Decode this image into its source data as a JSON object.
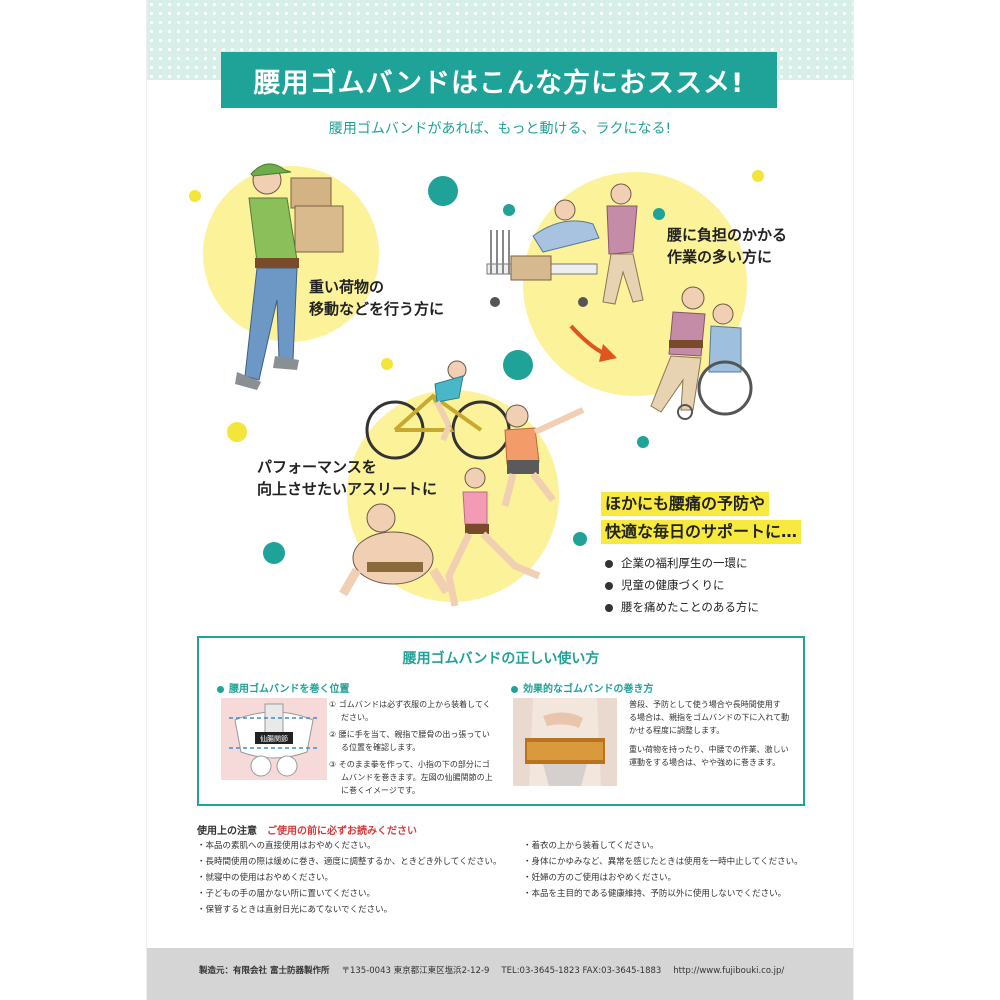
{
  "header": {
    "title": "腰用ゴムバンドはこんな方におススメ!",
    "subtitle": "腰用ゴムバンドがあれば、もっと動ける、ラクになる!"
  },
  "scenes": {
    "delivery_label": [
      "重い荷物の",
      "移動などを行う方に"
    ],
    "care_label": [
      "腰に負担のかかる",
      "作業の多い方に"
    ],
    "athlete_label": [
      "パフォーマンスを",
      "向上させたいアスリートに"
    ]
  },
  "other": {
    "lines": [
      "ほかにも腰痛の予防や",
      "快適な毎日のサポートに…"
    ],
    "bullets": [
      "企業の福利厚生の一環に",
      "児童の健康づくりに",
      "腰を痛めたことのある方に"
    ]
  },
  "howto": {
    "title": "腰用ゴムバンドの正しい使い方",
    "position": {
      "heading": "腰用ゴムバンドを巻く位置",
      "diagram_label": "仙腸関節",
      "steps": [
        [
          "①  ゴムバンドは必ず衣服の上から装着してく",
          "ださい。"
        ],
        [
          "②  腰に手を当て、親指で腰骨の出っ張ってい",
          "る位置を確認します。"
        ],
        [
          "③  そのまま拳を作って、小指の下の部分にゴ",
          "ムバンドを巻きます。左図の仙腸関節の上",
          "に巻くイメージです。"
        ]
      ]
    },
    "method": {
      "heading": "効果的なゴムバンドの巻き方",
      "paragraphs": [
        [
          "普段、予防として使う場合や長時間使用す",
          "る場合は、親指をゴムバンドの下に入れて動",
          "かせる程度に調整します。"
        ],
        [
          "重い荷物を持ったり、中腰での作業、激しい",
          "運動をする場合は、やや強めに巻きます。"
        ]
      ]
    }
  },
  "notes": {
    "heading": "使用上の注意",
    "warning": "ご使用の前に必ずお読みください",
    "left": [
      "・本品の素肌への直接使用はおやめください。",
      "・長時間使用の際は緩めに巻き、適度に調整するか、ときどき外してください。",
      "・就寝中の使用はおやめください。",
      "・子どもの手の届かない所に置いてください。",
      "・保管するときは直射日光にあてないでください。"
    ],
    "right": [
      "・着衣の上から装着してください。",
      "・身体にかゆみなど、異常を感じたときは使用を一時中止してください。",
      "・妊婦の方のご使用はおやめください。",
      "・本品を主目的である健康維持、予防以外に使用しないでください。"
    ]
  },
  "footer": {
    "maker_label": "製造元：",
    "maker": "有限会社 富士防器製作所",
    "address": "〒135-0043 東京都江東区塩浜2-12-9",
    "tel": "TEL:03-3645-1823 FAX:03-3645-1883",
    "url": "http://www.fujibouki.co.jp/"
  },
  "colors": {
    "teal": "#1fa297",
    "yellow": "#fbf29a",
    "accent_yellow": "#f7e93e",
    "warning_red": "#d93a3a"
  }
}
